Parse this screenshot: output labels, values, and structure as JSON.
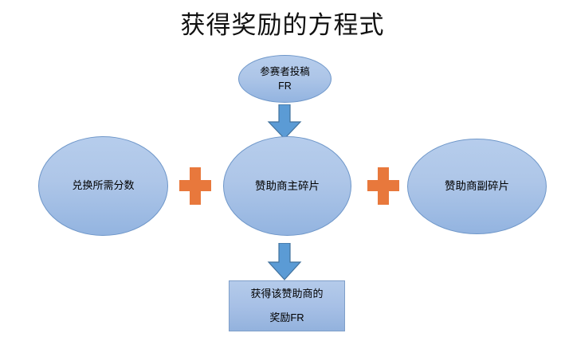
{
  "page": {
    "title": "获得奖励的方程式",
    "background_color": "#ffffff"
  },
  "colors": {
    "shape_fill_top": "#b6cdec",
    "shape_fill_bottom": "#93b4e0",
    "shape_border": "#6f97c9",
    "plus_orange": "#E8783C",
    "arrow_fill": "#5B9BD5",
    "arrow_border": "#41719C",
    "text": "#000000"
  },
  "diagram": {
    "type": "equation-flow",
    "nodes": {
      "submission": {
        "shape": "ellipse",
        "line1": "参赛者投稿",
        "line2": "FR"
      },
      "points": {
        "shape": "ellipse",
        "label": "兑换所需分数"
      },
      "main_shard": {
        "shape": "ellipse",
        "label": "赞助商主碎片"
      },
      "sub_shard": {
        "shape": "ellipse",
        "label": "赞助商副碎片"
      },
      "reward": {
        "shape": "rectangle",
        "line1": "获得该赞助商的",
        "line2": "奖励FR"
      }
    },
    "operators": {
      "plus_left": "+",
      "plus_right": "+"
    },
    "connectors": {
      "top_arrow": "down-arrow",
      "bottom_arrow": "down-arrow"
    }
  }
}
